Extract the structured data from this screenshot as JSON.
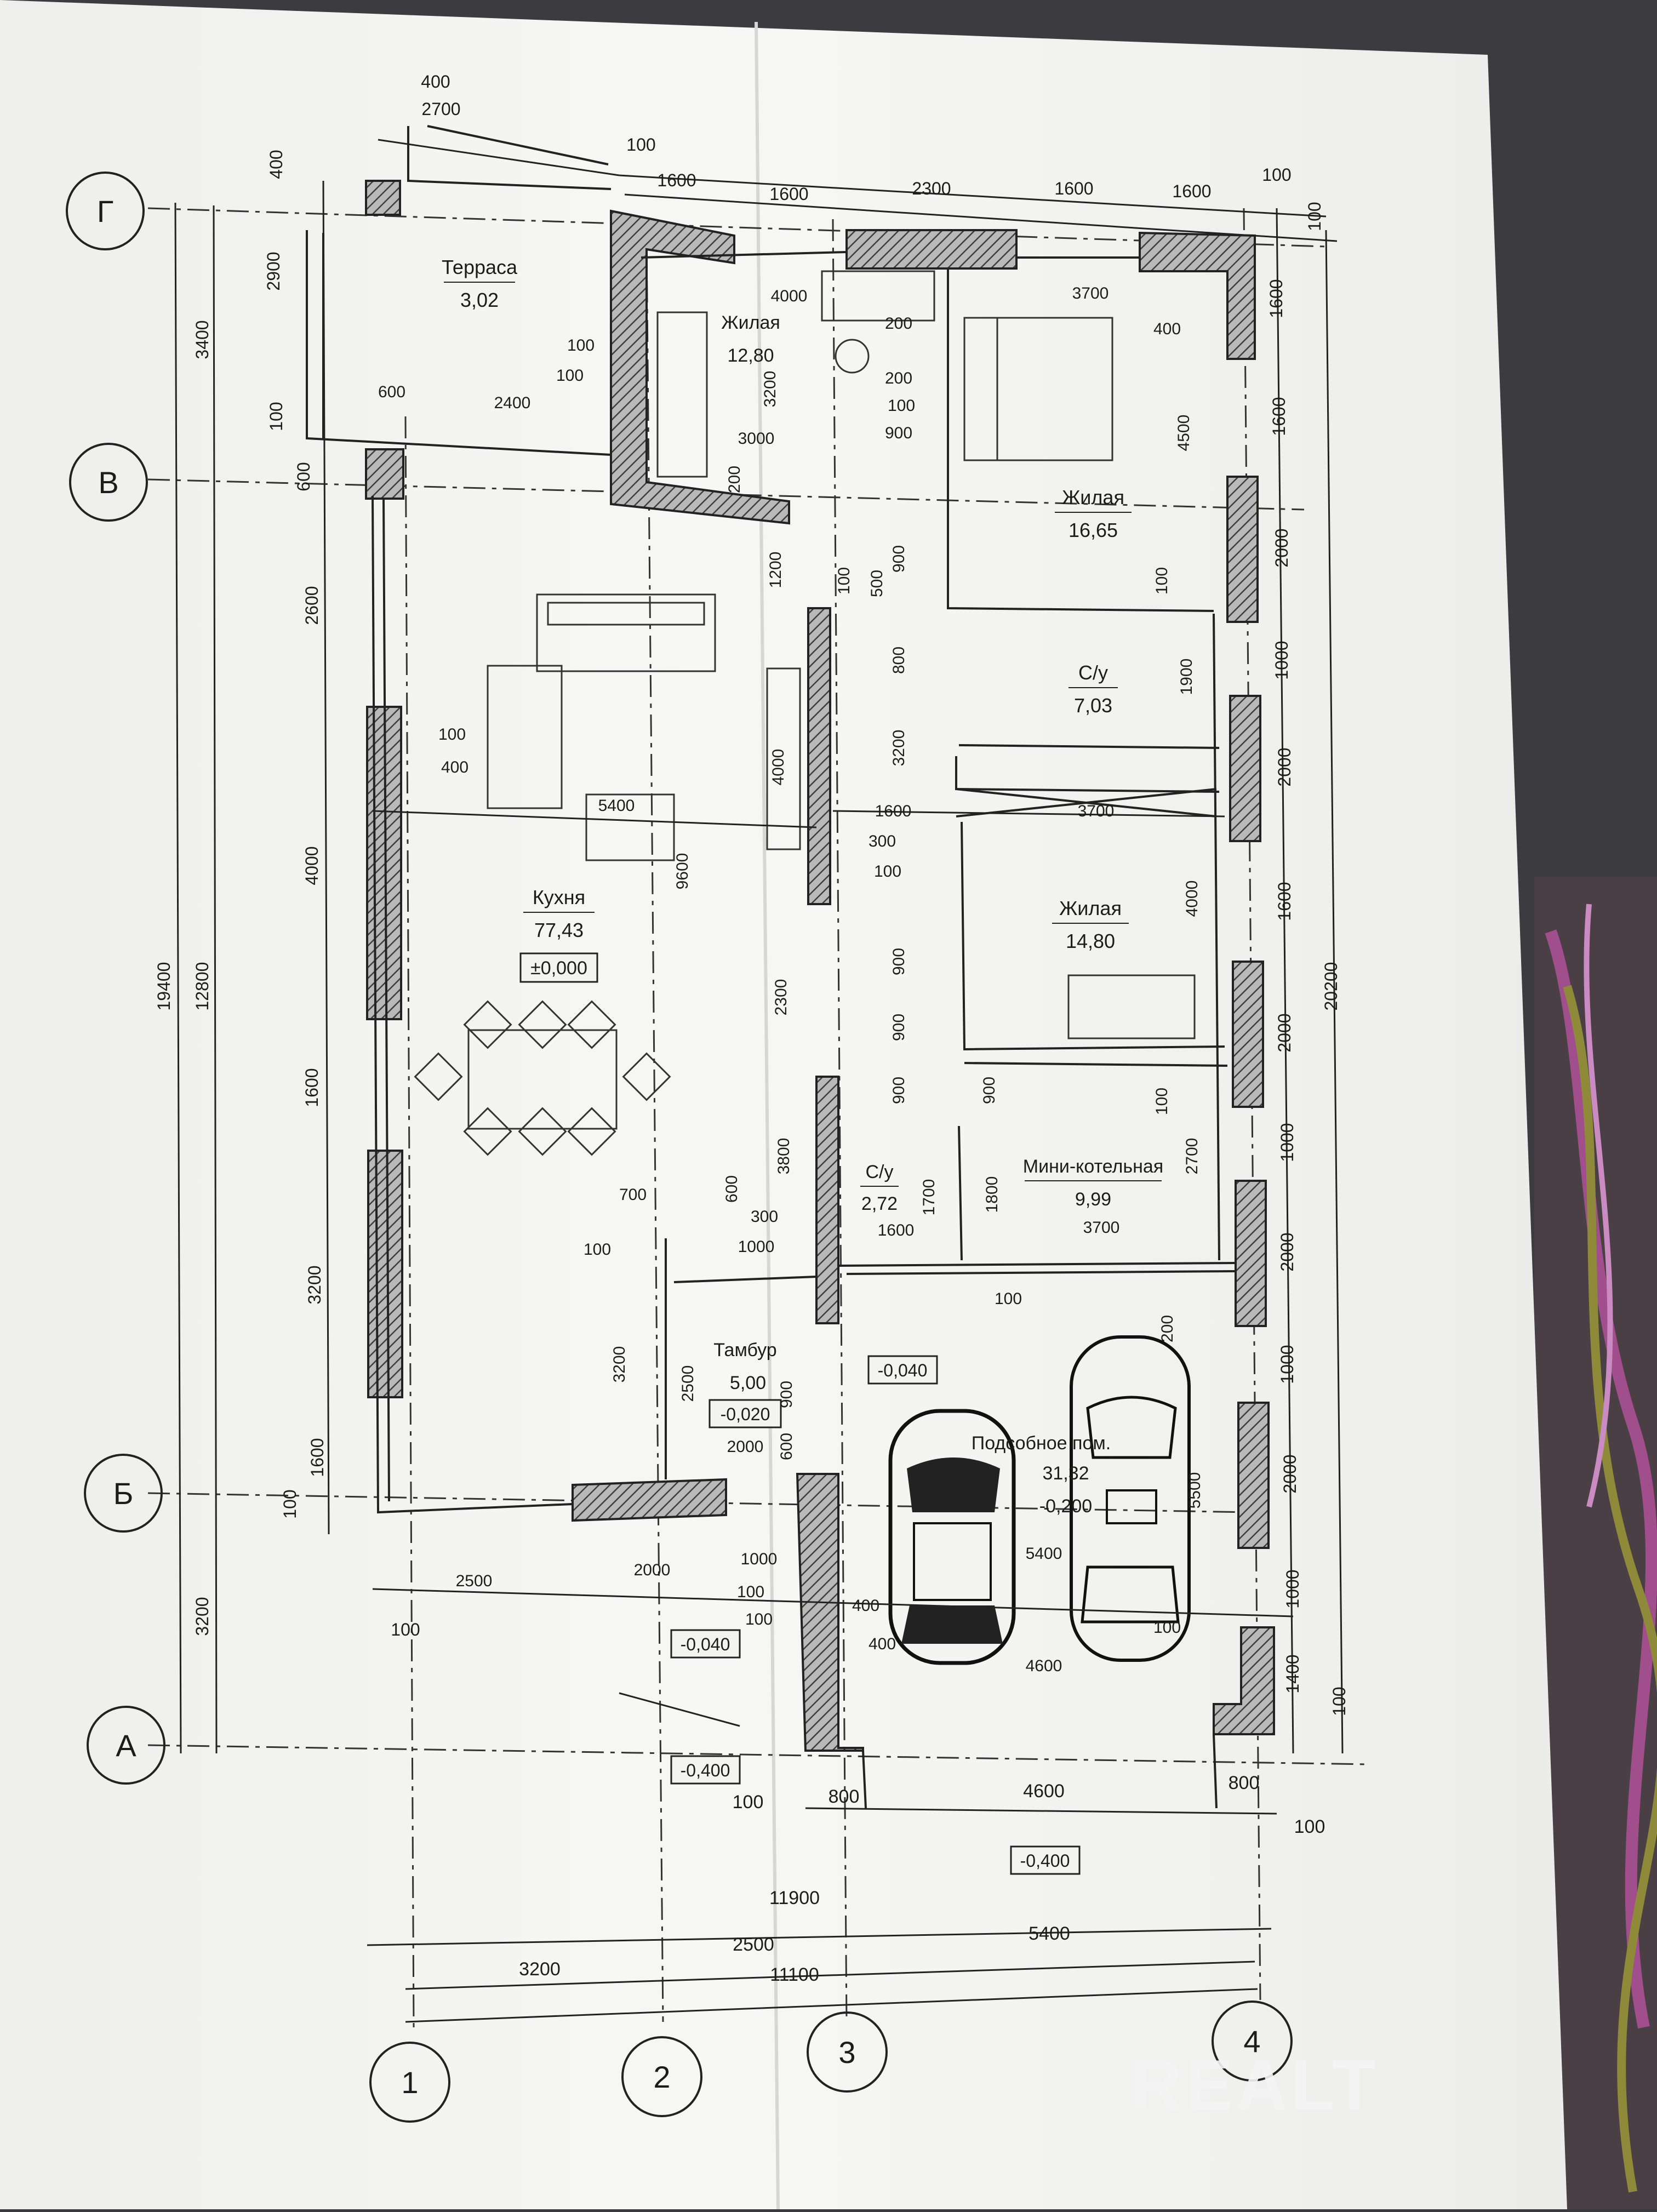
{
  "axes": {
    "letters": [
      "Г",
      "В",
      "Б",
      "А"
    ],
    "numbers": [
      "1",
      "2",
      "3",
      "4"
    ]
  },
  "rooms": [
    {
      "id": "terrace",
      "name": "Терраса",
      "area": "3,02"
    },
    {
      "id": "living-1",
      "name": "Жилая",
      "area": "12,80"
    },
    {
      "id": "living-2",
      "name": "Жилая",
      "area": "16,65"
    },
    {
      "id": "bath-1",
      "name": "С/у",
      "area": "7,03"
    },
    {
      "id": "living-3",
      "name": "Жилая",
      "area": "14,80"
    },
    {
      "id": "kitchen",
      "name": "Кухня",
      "area": "77,43"
    },
    {
      "id": "bath-2",
      "name": "С/у",
      "area": "2,72"
    },
    {
      "id": "boiler",
      "name": "Мини-котельная",
      "area": "9,99"
    },
    {
      "id": "vestibule",
      "name": "Тамбур",
      "area": "5,00"
    },
    {
      "id": "utility",
      "name": "Подсобное пом.",
      "area": "31,32"
    }
  ],
  "levels": [
    "±0,000",
    "-0,040",
    "-0,020",
    "-0,200",
    "-0,040",
    "-0,400",
    "-0,400"
  ],
  "dimensions": {
    "top": [
      "400",
      "2700",
      "100",
      "1600",
      "1600",
      "2300",
      "1600",
      "1600",
      "100",
      "100"
    ],
    "left_outer": [
      "19400",
      "12800",
      "3200"
    ],
    "left_chain": [
      "3400",
      "2900",
      "400",
      "100",
      "600",
      "2600",
      "4000",
      "1600",
      "3200",
      "1600",
      "100",
      "100"
    ],
    "right": [
      "1600",
      "1600",
      "2000",
      "1000",
      "2000",
      "1600",
      "2000",
      "1000",
      "2000",
      "1000",
      "2000",
      "1000",
      "1400",
      "100",
      "20200"
    ],
    "bottom": [
      "100",
      "800",
      "4600",
      "800",
      "100",
      "11900",
      "2500",
      "5400",
      "3200",
      "11100"
    ],
    "interior": [
      "4000",
      "3700",
      "200",
      "400",
      "2400",
      "100",
      "100",
      "600",
      "3200",
      "200",
      "3000",
      "900",
      "200",
      "100",
      "4500",
      "1200",
      "900",
      "500",
      "100",
      "800",
      "1900",
      "100",
      "3200",
      "4000",
      "5400",
      "1600",
      "3700",
      "300",
      "100",
      "9600",
      "100",
      "400",
      "4000",
      "900",
      "900",
      "2300",
      "900",
      "900",
      "100",
      "2700",
      "3800",
      "1700",
      "1800",
      "3700",
      "1600",
      "700",
      "600",
      "300",
      "1000",
      "100",
      "100",
      "3200",
      "2500",
      "900",
      "2000",
      "600",
      "200",
      "5500",
      "2500",
      "2000",
      "1000",
      "100",
      "100",
      "400",
      "400",
      "5400",
      "4600",
      "100"
    ]
  },
  "watermark": "REALT"
}
